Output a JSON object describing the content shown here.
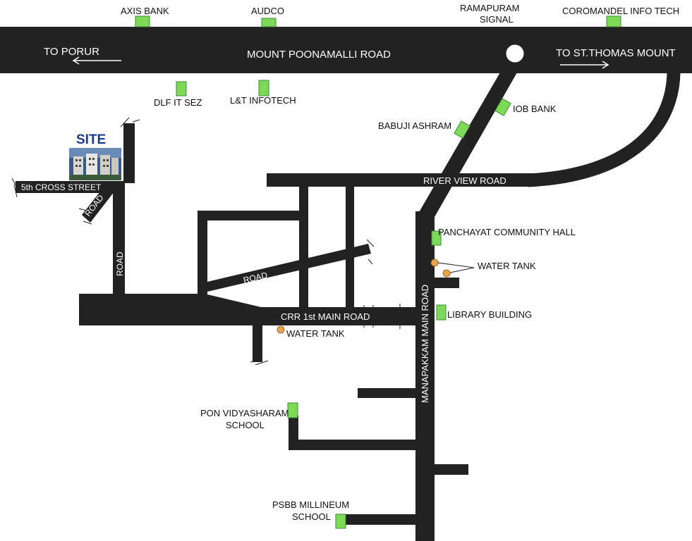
{
  "roads": {
    "main": "MOUNT POONAMALLI ROAD",
    "to_porur": "TO PORUR",
    "to_st_thomas": "TO ST.THOMAS MOUNT",
    "river_view": "RIVER VIEW ROAD",
    "manapakkam": "MANAPAKKAM MAIN ROAD",
    "crr_1st_main": "CRR 1st MAIN ROAD",
    "fifth_cross": "5th CROSS STREET",
    "road_diag_small": "ROAD",
    "road_vertical": "ROAD",
    "road_diag_mid": "ROAD"
  },
  "signal": {
    "line1": "RAMAPURAM",
    "line2": "SIGNAL"
  },
  "site": {
    "label": "SITE"
  },
  "landmarks": {
    "axis_bank": "AXIS BANK",
    "audco": "AUDCO",
    "coromandel": "COROMANDEL INFO TECH",
    "dlf": "DLF IT SEZ",
    "lt": "L&T INFOTECH",
    "iob": "IOB BANK",
    "babuji": "BABUJI ASHRAM",
    "panchayat": "PANCHAYAT COMMUNITY HALL",
    "water_tank_1": "WATER TANK",
    "library": "LIBRARY BUILDING",
    "water_tank_2": "WATER TANK",
    "pon_line1": "PON VIDYASHARAM",
    "pon_line2": "SCHOOL",
    "psbb_line1": "PSBB MILLINEUM",
    "psbb_line2": "SCHOOL"
  },
  "colors": {
    "road": "#222222",
    "landmark": "#7ed957",
    "water_tank": "#e8a34d",
    "site_label": "#1a3a8a"
  }
}
